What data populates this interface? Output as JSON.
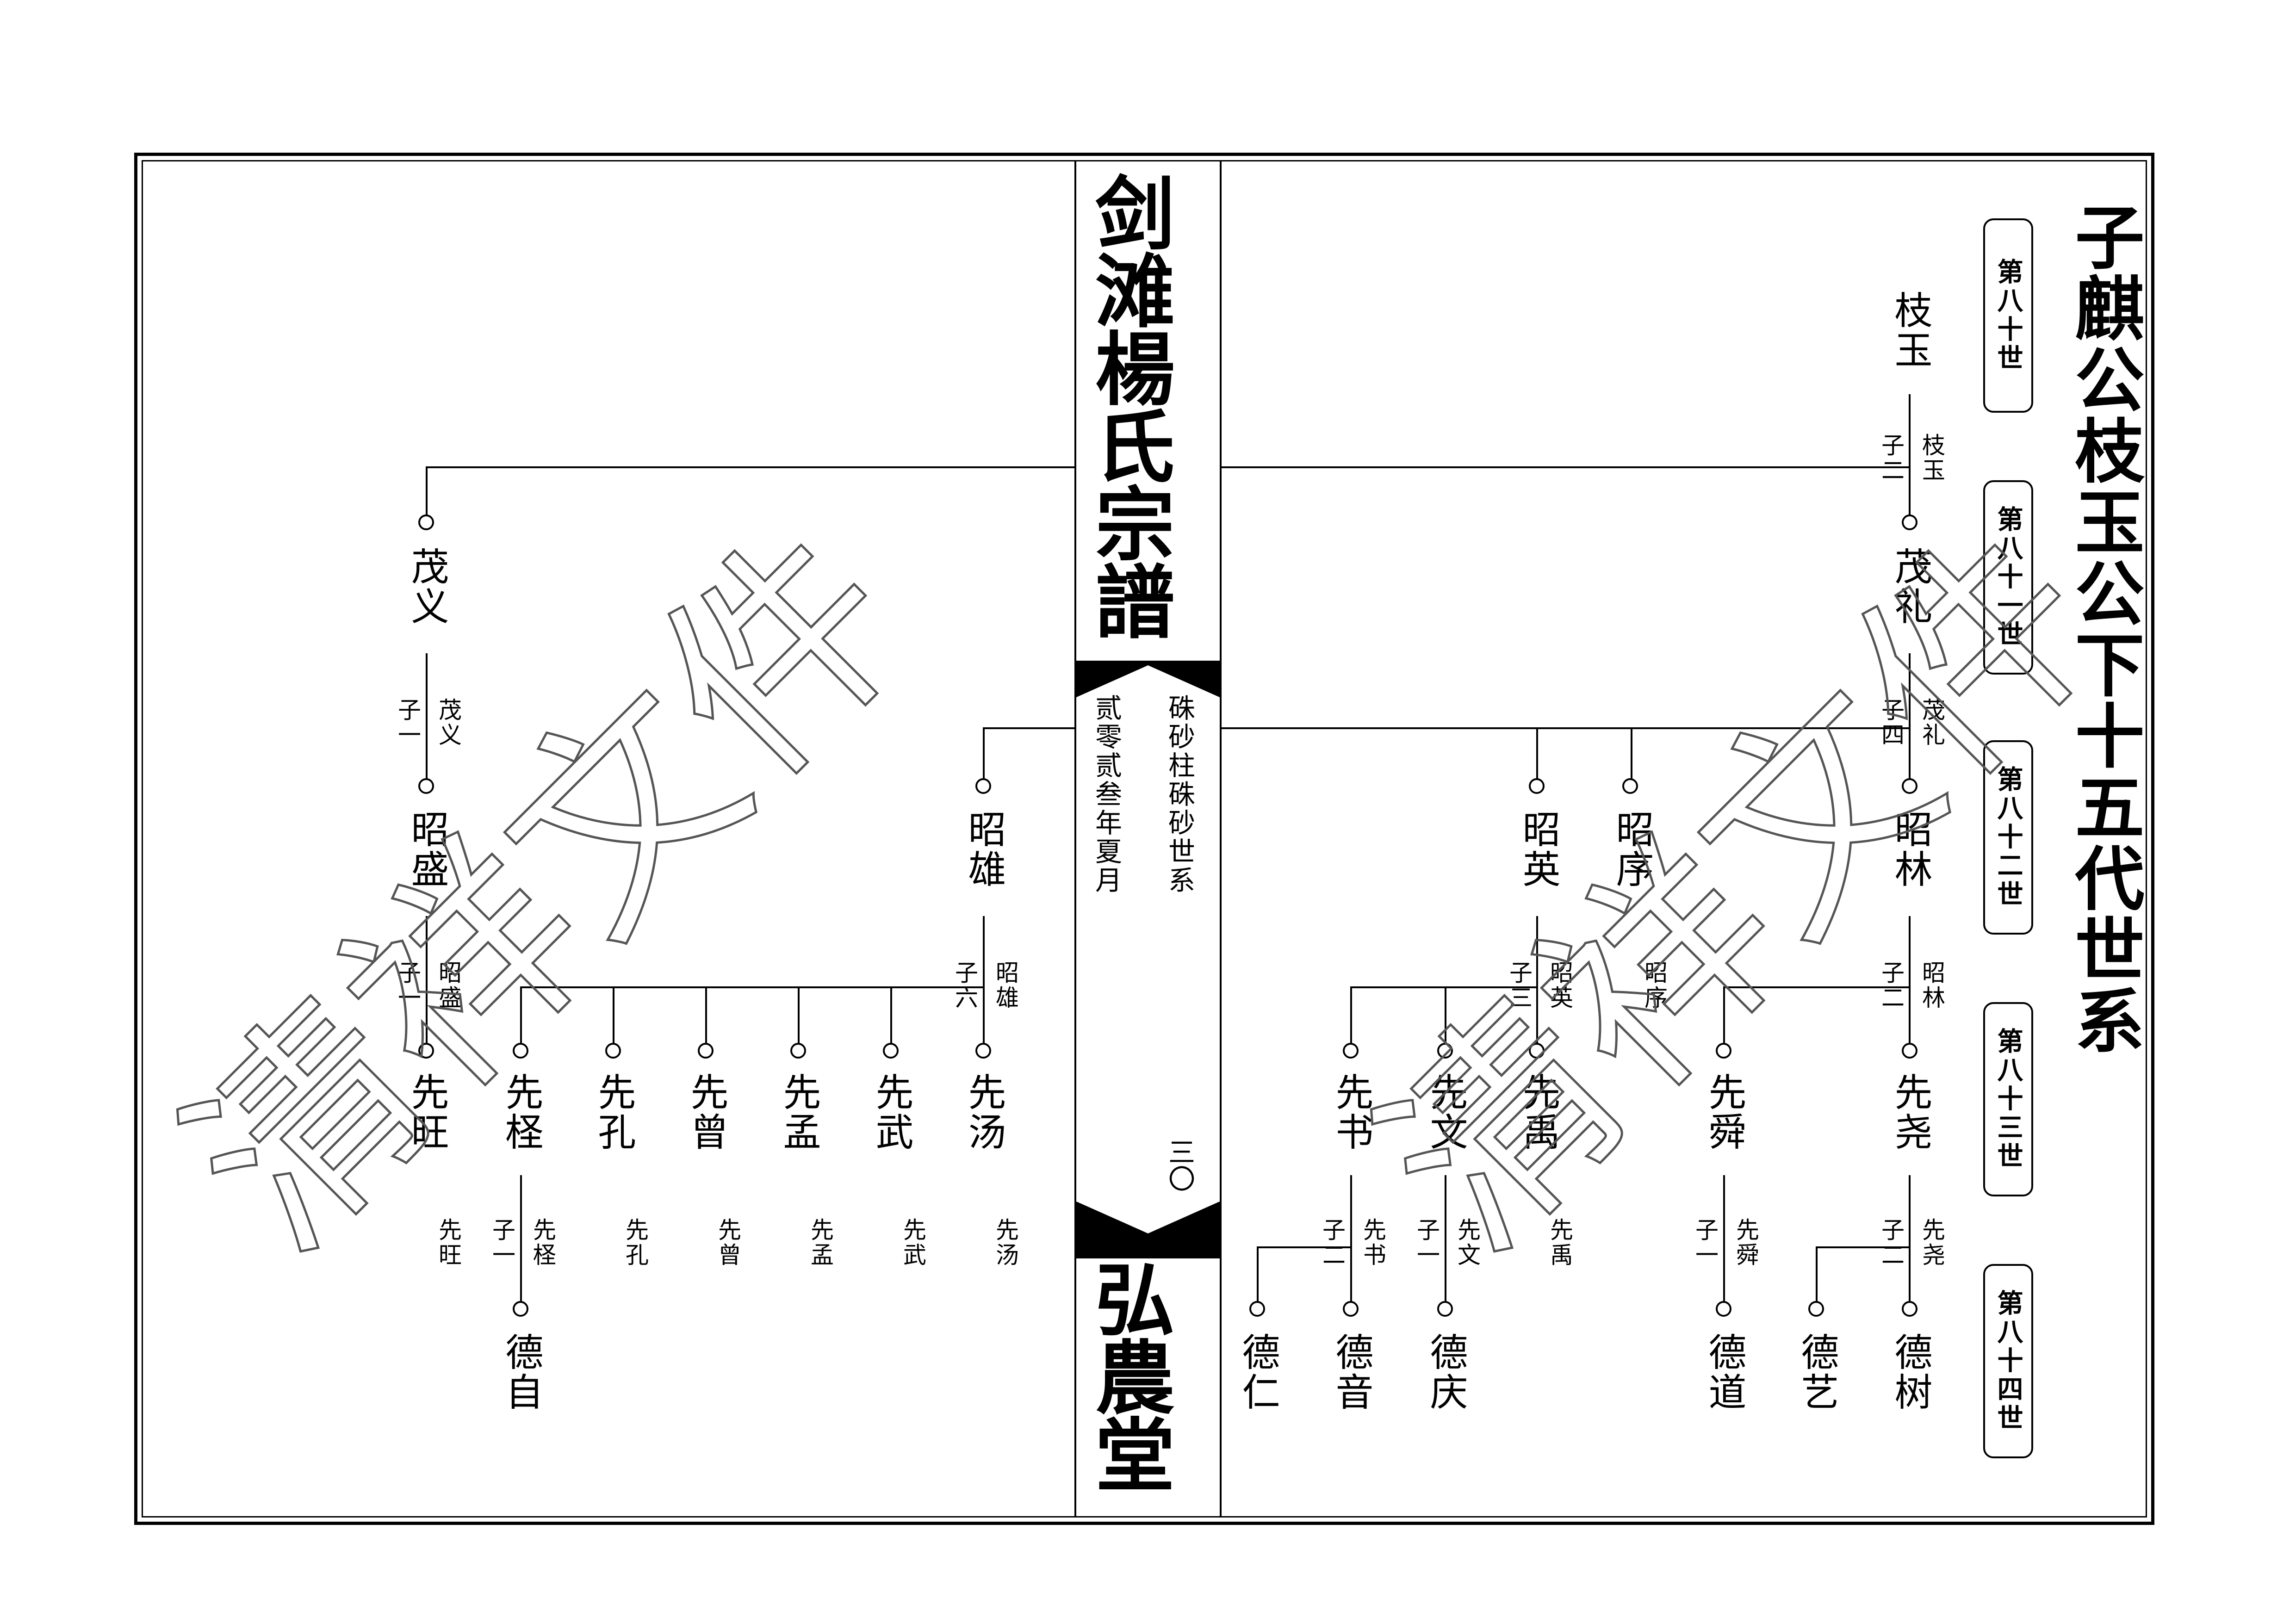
{
  "title": "子麒公枝玉公下十五代世系",
  "spine": {
    "book_title": "剑滩楊氏宗譜",
    "branch": "硃砂柱硃砂世系",
    "date": "贰零贰叁年夏月",
    "page": "三〇",
    "hall": "弘農堂"
  },
  "generations": [
    "第八十世",
    "第八十一世",
    "第八十二世",
    "第八十三世",
    "第八十四世"
  ],
  "tree": {
    "root": "枝玉",
    "root_note": {
      "count": "子二",
      "parent": "枝玉"
    },
    "gen81": [
      "茂礼",
      "茂义"
    ],
    "maoli_note": {
      "count": "子四",
      "parent": "茂礼"
    },
    "maoyi_note": {
      "count": "子一",
      "parent": "茂义"
    },
    "gen82": [
      "昭林",
      "昭序",
      "昭英",
      "昭雄",
      "昭盛"
    ],
    "zhaolin_note": {
      "count": "子二",
      "parent": "昭林"
    },
    "zhaoxu_note": {
      "parent": "昭序"
    },
    "zhaoying_note": {
      "count": "子三",
      "parent": "昭英"
    },
    "zhaoxiong_note": {
      "count": "子六",
      "parent": "昭雄"
    },
    "zhaosheng_note": {
      "count": "子一",
      "parent": "昭盛"
    },
    "gen83": [
      "先尧",
      "先舜",
      "先禹",
      "先文",
      "先书",
      "先汤",
      "先武",
      "先孟",
      "先曾",
      "先孔",
      "先柽",
      "先旺"
    ],
    "gen83_notes": {
      "xianyao": {
        "count": "子二",
        "parent": "先尧"
      },
      "xianshun": {
        "count": "子一",
        "parent": "先舜"
      },
      "xianyu": {
        "parent": "先禹"
      },
      "xianwen": {
        "count": "子一",
        "parent": "先文"
      },
      "xianshu": {
        "count": "子二",
        "parent": "先书"
      },
      "xiantang": {
        "parent": "先汤"
      },
      "xianwu": {
        "parent": "先武"
      },
      "xianmeng": {
        "parent": "先孟"
      },
      "xianzeng": {
        "parent": "先曾"
      },
      "xiankong": {
        "parent": "先孔"
      },
      "xiancheng": {
        "count": "子一",
        "parent": "先柽"
      },
      "xianwang": {
        "parent": "先旺"
      }
    },
    "gen84": [
      "德树",
      "德艺",
      "德道",
      "德庆",
      "德音",
      "德仁",
      "德自"
    ]
  },
  "watermark": "清祥文件"
}
